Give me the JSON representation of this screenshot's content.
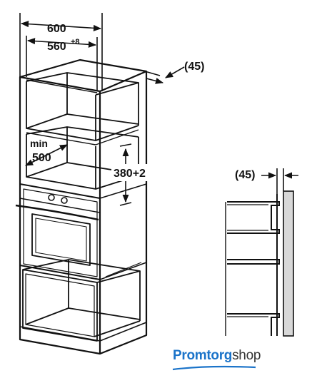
{
  "labels": {
    "width_outer": "600",
    "width_inner": "560",
    "width_inner_tol": "+8",
    "gap_top": "(45)",
    "min_label": "min",
    "min_value": "500",
    "niche_height": "380+2",
    "gap_side": "(45)"
  },
  "logo": {
    "part1": "Promtorg",
    "part2": "shop",
    "color_primary": "#1a73c9",
    "color_secondary": "#333333"
  }
}
